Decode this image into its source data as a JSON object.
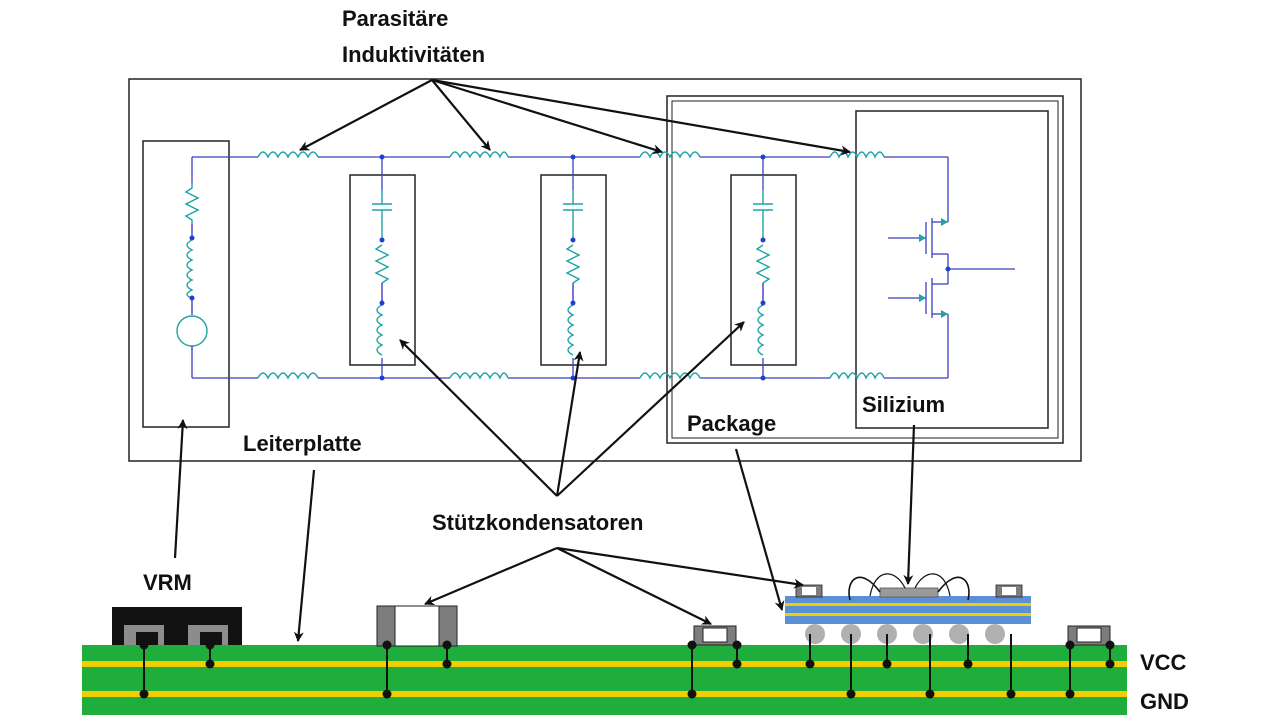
{
  "labels": {
    "parasitic_line1": "Parasitäre",
    "parasitic_line2": "Induktivitäten",
    "leiterplatte": "Leiterplatte",
    "package": "Package",
    "silizium": "Silizium",
    "stuetzkondensatoren": "Stützkondensatoren",
    "vrm": "VRM",
    "vcc": "VCC",
    "gnd": "GND"
  },
  "colors": {
    "wire": "#3f3fbf",
    "component": "#1fa3a3",
    "node": "#1f3fd0",
    "pcb_green": "#1fae3c",
    "pcb_yellow": "#f2cd00",
    "substrate_blue": "#5b8fd6",
    "chip_gray": "#9a9a9a",
    "ball_gray": "#b0b0b0",
    "outline": "#222222"
  }
}
